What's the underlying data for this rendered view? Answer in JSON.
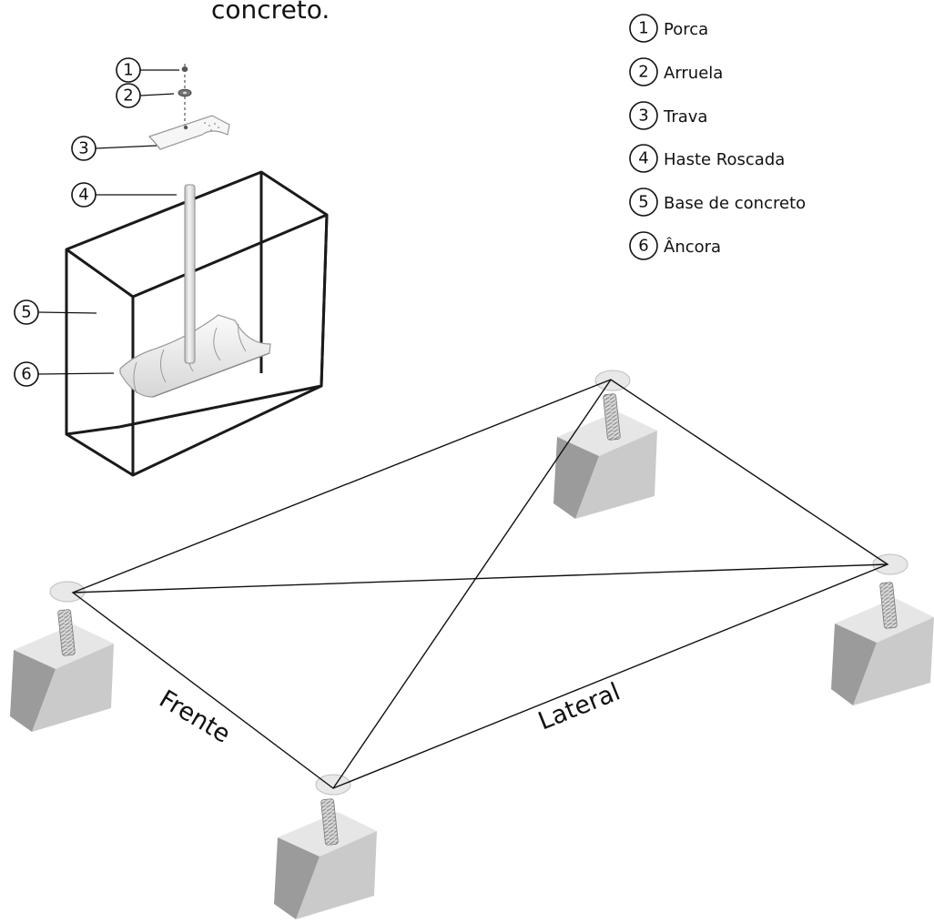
{
  "header": {
    "title": "concreto."
  },
  "legend": [
    {
      "number": "1",
      "label": "Porca"
    },
    {
      "number": "2",
      "label": "Arruela"
    },
    {
      "number": "3",
      "label": "Trava"
    },
    {
      "number": "4",
      "label": "Haste Roscada"
    },
    {
      "number": "5",
      "label": "Base de concreto"
    },
    {
      "number": "6",
      "label": "Âncora"
    }
  ],
  "callouts": [
    "1",
    "2",
    "3",
    "4",
    "5",
    "6"
  ],
  "diagram": {
    "front_label": "Frente",
    "side_label": "Lateral"
  },
  "colors": {
    "line": "#111111",
    "block_top": "#e4e4e4",
    "block_front": "#c9c9c9",
    "block_side": "#9a9a9a",
    "anchor": "#e8e8e8"
  }
}
